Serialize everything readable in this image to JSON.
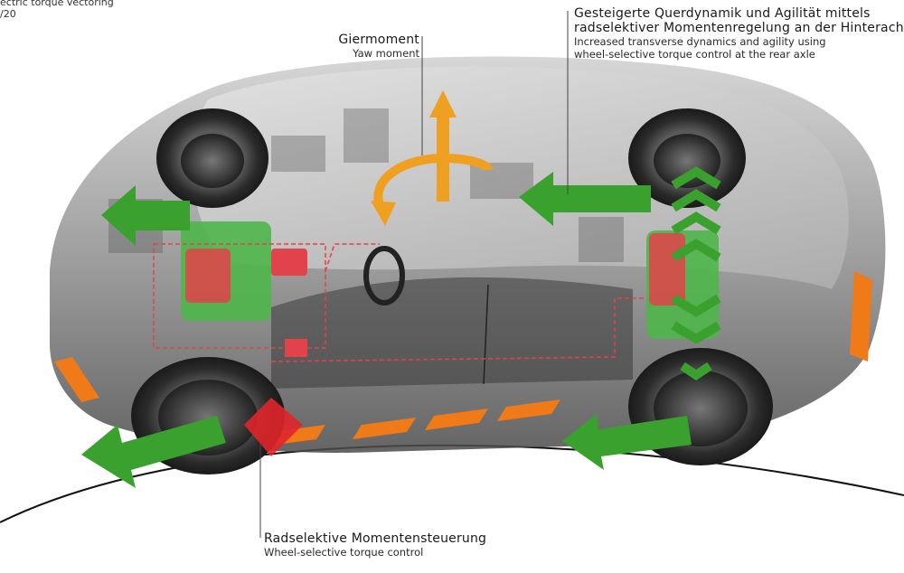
{
  "corner": {
    "line1": "ectric torque vectoring",
    "line2": "/20"
  },
  "labels": {
    "yaw": {
      "de": "Giermoment",
      "en": "Yaw moment"
    },
    "rear": {
      "de1": "Gesteigerte Querdynamik und Agilität mittels",
      "de2": "radselektiver Momentenregelung an der Hinterachse",
      "en1": "Increased transverse dynamics and agility using",
      "en2": "wheel-selective torque control at the rear axle"
    },
    "front": {
      "de": "Radselektive Momentensteuerung",
      "en": "Wheel-selective torque control"
    }
  },
  "colors": {
    "arrow_green": "#3aa12e",
    "arrow_red": "#e0252a",
    "arrow_orange": "#f0a020",
    "motor_green": "#4fb64a",
    "motor_red": "#e2424a",
    "car_body": "#8a8a8a",
    "accent_orange": "#f07a18"
  }
}
